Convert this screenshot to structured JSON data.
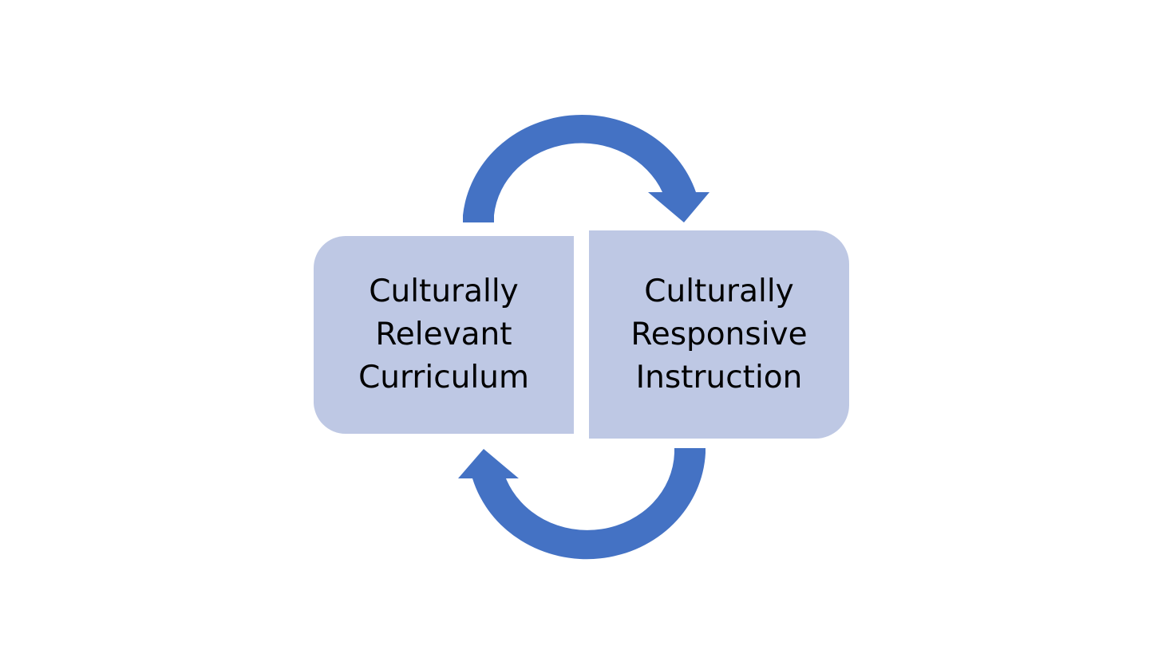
{
  "diagram": {
    "colors": {
      "arrow": "#4472c4",
      "box_fill": "#bec8e4",
      "text": "#000000",
      "background": "#ffffff"
    },
    "boxes": [
      {
        "lines": [
          "Culturally",
          "Relevant",
          "Curriculum"
        ]
      },
      {
        "lines": [
          "Culturally",
          "Responsive",
          "Instruction"
        ]
      }
    ],
    "arrows": [
      {
        "icon": "curved-arrow-clockwise-top",
        "direction": "left-to-right"
      },
      {
        "icon": "curved-arrow-clockwise-bottom",
        "direction": "right-to-left"
      }
    ]
  }
}
